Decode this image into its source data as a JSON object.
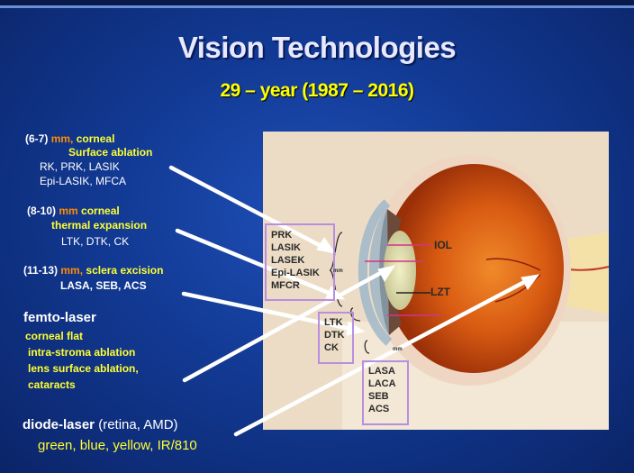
{
  "slide": {
    "title": "Vision Technologies",
    "subtitle": "29 – year (1987 – 2016)"
  },
  "left": {
    "g1": {
      "range": "(6-7)",
      "unit": "mm,",
      "cat": "corneal",
      "sub": "Surface ablation",
      "l1": "RK, PRK, LASIK",
      "l2": "Epi-LASIK, MFCA"
    },
    "g2": {
      "range": "(8-10)",
      "unit": "mm",
      "cat": "corneal",
      "sub": "thermal expansion",
      "l1": "LTK, DTK, CK"
    },
    "g3": {
      "range": "(11-13)",
      "unit": "mm,",
      "cat": "sclera excision",
      "l1": "LASA, SEB, ACS"
    },
    "femto": {
      "head": "femto-laser",
      "l1": "corneal flat",
      "l2": "intra-stroma ablation",
      "l3": "lens surface ablation,",
      "l4": "cataracts"
    },
    "diode": {
      "head": "diode-laser",
      "paren": "(retina, AMD)",
      "colors": "green, blue, yellow, IR/810"
    }
  },
  "figure": {
    "box1": [
      "PRK",
      "LASIK",
      "LASEK",
      "Epi-LASIK",
      "MFCR"
    ],
    "box2": [
      "LTK",
      "DTK",
      "CK"
    ],
    "box3": [
      "LASA",
      "LACA",
      "SEB",
      "ACS"
    ],
    "iol": "IOL",
    "lzt": "LZT",
    "mm1": "mm",
    "mm2": "mm"
  },
  "colors": {
    "title": "#e8e8ff",
    "subtitle": "#ffff00",
    "accent_orange": "#ff8c00",
    "accent_yellow": "#ffff33",
    "box_border": "#b98ee0"
  }
}
